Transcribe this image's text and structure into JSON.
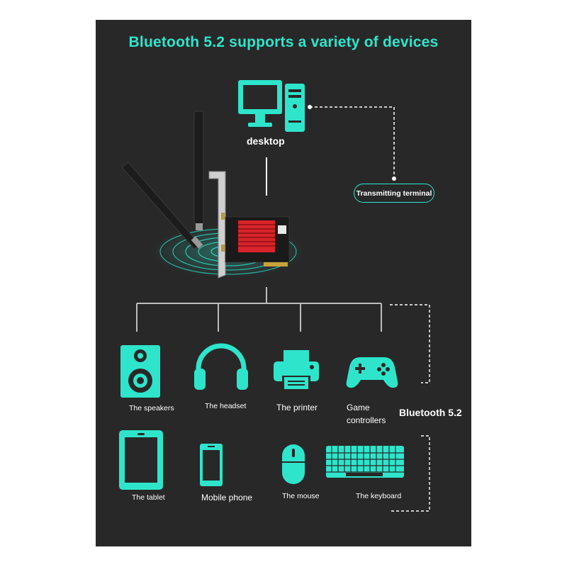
{
  "headline": "Bluetooth 5.2 supports a variety of devices",
  "desktop_label": "desktop",
  "transmitting_label": "Transmitting terminal",
  "bluetooth_label": "Bluetooth 5.2",
  "devices_row1": [
    {
      "label": "The speakers",
      "icon": "speaker-icon"
    },
    {
      "label": "The headset",
      "icon": "headset-icon"
    },
    {
      "label": "The printer",
      "icon": "printer-icon"
    },
    {
      "label": "Game controllers",
      "icon": "gamepad-icon"
    }
  ],
  "devices_row2": [
    {
      "label": "The tablet",
      "icon": "tablet-icon"
    },
    {
      "label": "Mobile phone",
      "icon": "phone-icon"
    },
    {
      "label": "The mouse",
      "icon": "mouse-icon"
    },
    {
      "label": "The keyboard",
      "icon": "keyboard-icon"
    }
  ],
  "colors": {
    "background": "#282828",
    "accent": "#2ee5cc",
    "line": "#bdbdbd",
    "heatsink": "#d8242a",
    "pcb": "#1a1a1a"
  }
}
